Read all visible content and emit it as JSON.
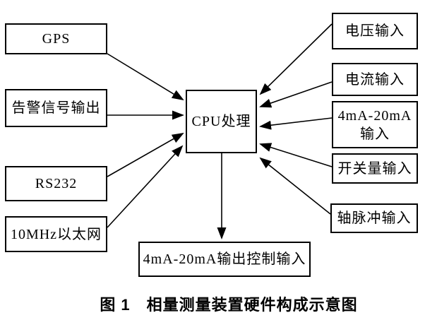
{
  "diagram": {
    "caption": "图 1　相量测量装置硬件构成示意图",
    "colors": {
      "line": "#000000",
      "background": "#ffffff",
      "text": "#000000"
    },
    "nodes": {
      "gps": {
        "label": "GPS"
      },
      "alarm_output": {
        "label": "告警信号输出"
      },
      "rs232": {
        "label": "RS232"
      },
      "ethernet": {
        "label": "10MHz以太网"
      },
      "cpu": {
        "label": "CPU处理"
      },
      "voltage_input": {
        "label": "电压输入"
      },
      "current_input": {
        "label": "电流输入"
      },
      "ma_4_20_input": {
        "label": "4mA-20mA\n输入"
      },
      "switch_input": {
        "label": "开关量输入"
      },
      "shaft_pulse_input": {
        "label": "轴脉冲输入"
      },
      "ma_4_20_output_control": {
        "label": "4mA-20mA输出控制输入"
      }
    },
    "connections": [
      {
        "from": "gps",
        "to": "cpu"
      },
      {
        "from": "alarm_output",
        "to": "cpu"
      },
      {
        "from": "rs232",
        "to": "cpu"
      },
      {
        "from": "ethernet",
        "to": "cpu"
      },
      {
        "from": "voltage_input",
        "to": "cpu"
      },
      {
        "from": "current_input",
        "to": "cpu"
      },
      {
        "from": "ma_4_20_input",
        "to": "cpu"
      },
      {
        "from": "switch_input",
        "to": "cpu"
      },
      {
        "from": "shaft_pulse_input",
        "to": "cpu"
      },
      {
        "from": "cpu",
        "to": "ma_4_20_output_control"
      }
    ]
  }
}
